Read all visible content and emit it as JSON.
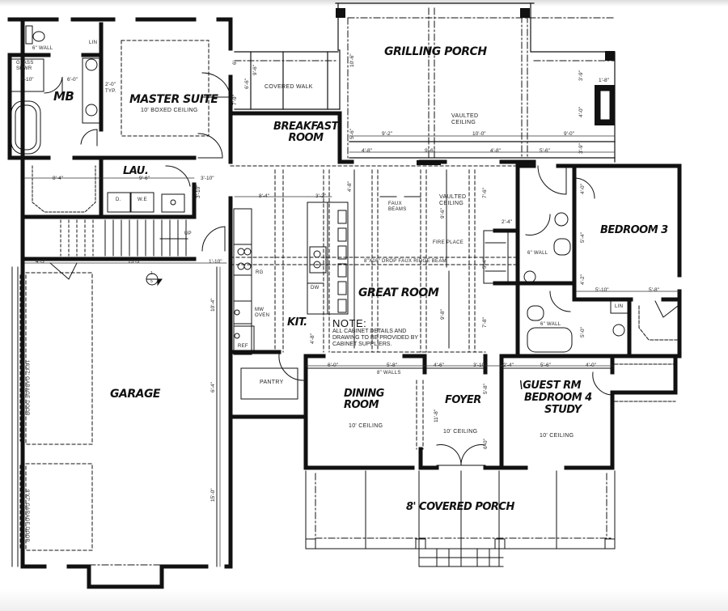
{
  "plan": {
    "rooms": [
      {
        "id": "master-suite",
        "label": "Master Suite",
        "sub": "10' Boxed Ceiling"
      },
      {
        "id": "master-bath",
        "label": "MB"
      },
      {
        "id": "grilling-porch",
        "label": "Grilling Porch",
        "sub": "Vaulted Ceiling"
      },
      {
        "id": "breakfast-room",
        "label": "Breakfast Room"
      },
      {
        "id": "covered-walk",
        "label": "Covered Walk"
      },
      {
        "id": "laundry",
        "label": "Lau."
      },
      {
        "id": "great-room",
        "label": "Great Room",
        "sub": "Vaulted Ceiling"
      },
      {
        "id": "kitchen",
        "label": "Kit."
      },
      {
        "id": "bedroom-3",
        "label": "Bedroom 3"
      },
      {
        "id": "garage",
        "label": "Garage"
      },
      {
        "id": "pantry",
        "label": "Pantry"
      },
      {
        "id": "dining-room",
        "label": "Dining Room",
        "sub": "10' Ceiling"
      },
      {
        "id": "foyer",
        "label": "Foyer",
        "sub": "10' Ceiling"
      },
      {
        "id": "guest-room",
        "label": "\\Guest Rm",
        "line2": "Bedroom 4",
        "line3": "Study",
        "sub": "10' Ceiling"
      },
      {
        "id": "covered-porch",
        "label": "8' Covered Porch"
      }
    ],
    "fixtures": {
      "glass_shower": "Glass Shwr",
      "six_wall": "6\" Wall",
      "linen": "Lin",
      "typ": "Typ.",
      "dryer": "D.",
      "washer": "W.E",
      "up": "UP",
      "rg": "RG",
      "mw_oven": "MW Oven",
      "ref": "Ref",
      "dw": "DW",
      "faux_beams": "Faux Beams",
      "fire_place": "Fire Place",
      "ridge_beam": "8\"x16\" Drop Faux Ridge Beam",
      "eight_walls": "8\" Walls",
      "garage_door_1": "16'x7' Garage Door",
      "garage_door_2": "9'x7' Garage Door",
      "section_marker_top": "1",
      "section_marker_bottom": "5"
    },
    "note": {
      "title": "NOTE:",
      "body": "All cabinet details and drawing to be provided by cabinet suppliers."
    },
    "dimensions": {
      "mb_shower": "3'-10\"",
      "mb_width": "6'-0\"",
      "typ_dim": "2'-0\"",
      "hall_84": "8'-4\"",
      "lau_96": "9'-6\"",
      "lau_310": "3'-10\"",
      "stair_310": "3'-10\"",
      "garage_45": "4'-5\"",
      "garage_155": "15'-5\"",
      "kit_110": "1'-10\"",
      "kit_84": "8'-4\"",
      "kit_32": "3'-2\"",
      "walk_6": "6'",
      "walk_96": "9'-6\"",
      "walk_66": "6'-6\"",
      "walk_79": "7'-9\"",
      "porch_106": "10'-6\"",
      "porch_56": "5'-6\"",
      "porch_92": "9'-2\"",
      "porch_100": "10'-0\"",
      "porch_90": "9'-0\"",
      "porch_48a": "4'-8\"",
      "porch_96": "9'-6\"",
      "porch_48b": "4'-8\"",
      "porch_56b": "5'-6\"",
      "porch_39": "3'-9\"",
      "porch_40": "4'-0\"",
      "porch_39b": "3'-9\"",
      "porch_18": "1'-8\"",
      "great_48": "4'-8\"",
      "great_96": "9'-6\"",
      "great_76": "7'-6\"",
      "great_54": "5'-4\"",
      "great_78": "7'-8\"",
      "great_98": "9'-8\"",
      "fp_24": "2'-4\"",
      "bed3_40": "4'-0\"",
      "bed3_54": "5'-4\"",
      "bed3_42": "4'-2\"",
      "bed3_510": "5'-10\"",
      "bed3_58": "5'-8\"",
      "bath_50": "5'-0\"",
      "garage_104": "10'-4\"",
      "garage_64": "6'-4\"",
      "garage_150": "15'-0\"",
      "kit_48": "4'-8\"",
      "dining_60": "6'-0\"",
      "dining_58": "5'-8\"",
      "foyer_46": "4'-6\"",
      "foyer_310": "3'-10\"",
      "foyer_58": "5'-8\"",
      "foyer_60": "6'-0\"",
      "foyer_118": "11'-8\"",
      "guest_24": "2'-4\"",
      "guest_56": "5'-6\"",
      "guest_40": "4'-0\""
    }
  }
}
